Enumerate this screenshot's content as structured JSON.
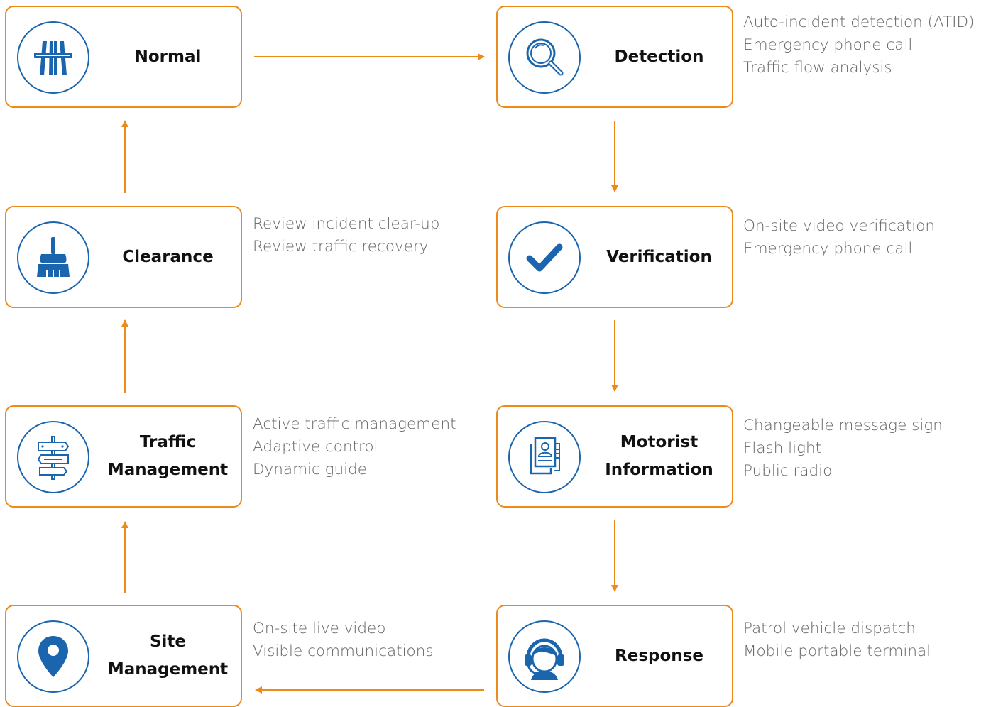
{
  "colors": {
    "box_border": "#ec8a1c",
    "arrow": "#ec8a1c",
    "icon": "#1a65ae",
    "notes_text": "#666666"
  },
  "stages": {
    "normal": {
      "label": "Normal",
      "icon": "highway-overpass-icon",
      "notes": []
    },
    "detection": {
      "label": "Detection",
      "icon": "magnifier-icon",
      "notes": [
        "Auto-incident detection (ATID)",
        "Emergency phone call",
        "Traffic flow analysis"
      ]
    },
    "verification": {
      "label": "Verification",
      "icon": "checkmark-icon",
      "notes": [
        "On-site video verification",
        "Emergency phone call"
      ]
    },
    "motorist": {
      "label": "Motorist\nInformation",
      "icon": "profile-document-icon",
      "notes": [
        "Changeable message sign",
        "Flash light",
        "Public radio"
      ]
    },
    "response": {
      "label": "Response",
      "icon": "headset-operator-icon",
      "notes": [
        "Patrol vehicle dispatch",
        "Mobile portable terminal"
      ]
    },
    "site": {
      "label": "Site\nManagement",
      "icon": "map-pin-icon",
      "notes": [
        "On-site live video",
        "Visible communications"
      ]
    },
    "traffic": {
      "label": "Traffic\nManagement",
      "icon": "signpost-icon",
      "notes": [
        "Active traffic management",
        "Adaptive control",
        "Dynamic guide"
      ]
    },
    "clearance": {
      "label": "Clearance",
      "icon": "broom-icon",
      "notes": [
        "Review incident clear-up",
        "Review traffic recovery"
      ]
    }
  },
  "flow": [
    [
      "normal",
      "detection"
    ],
    [
      "detection",
      "verification"
    ],
    [
      "verification",
      "motorist"
    ],
    [
      "motorist",
      "response"
    ],
    [
      "response",
      "site"
    ],
    [
      "site",
      "traffic"
    ],
    [
      "traffic",
      "clearance"
    ],
    [
      "clearance",
      "normal"
    ]
  ]
}
